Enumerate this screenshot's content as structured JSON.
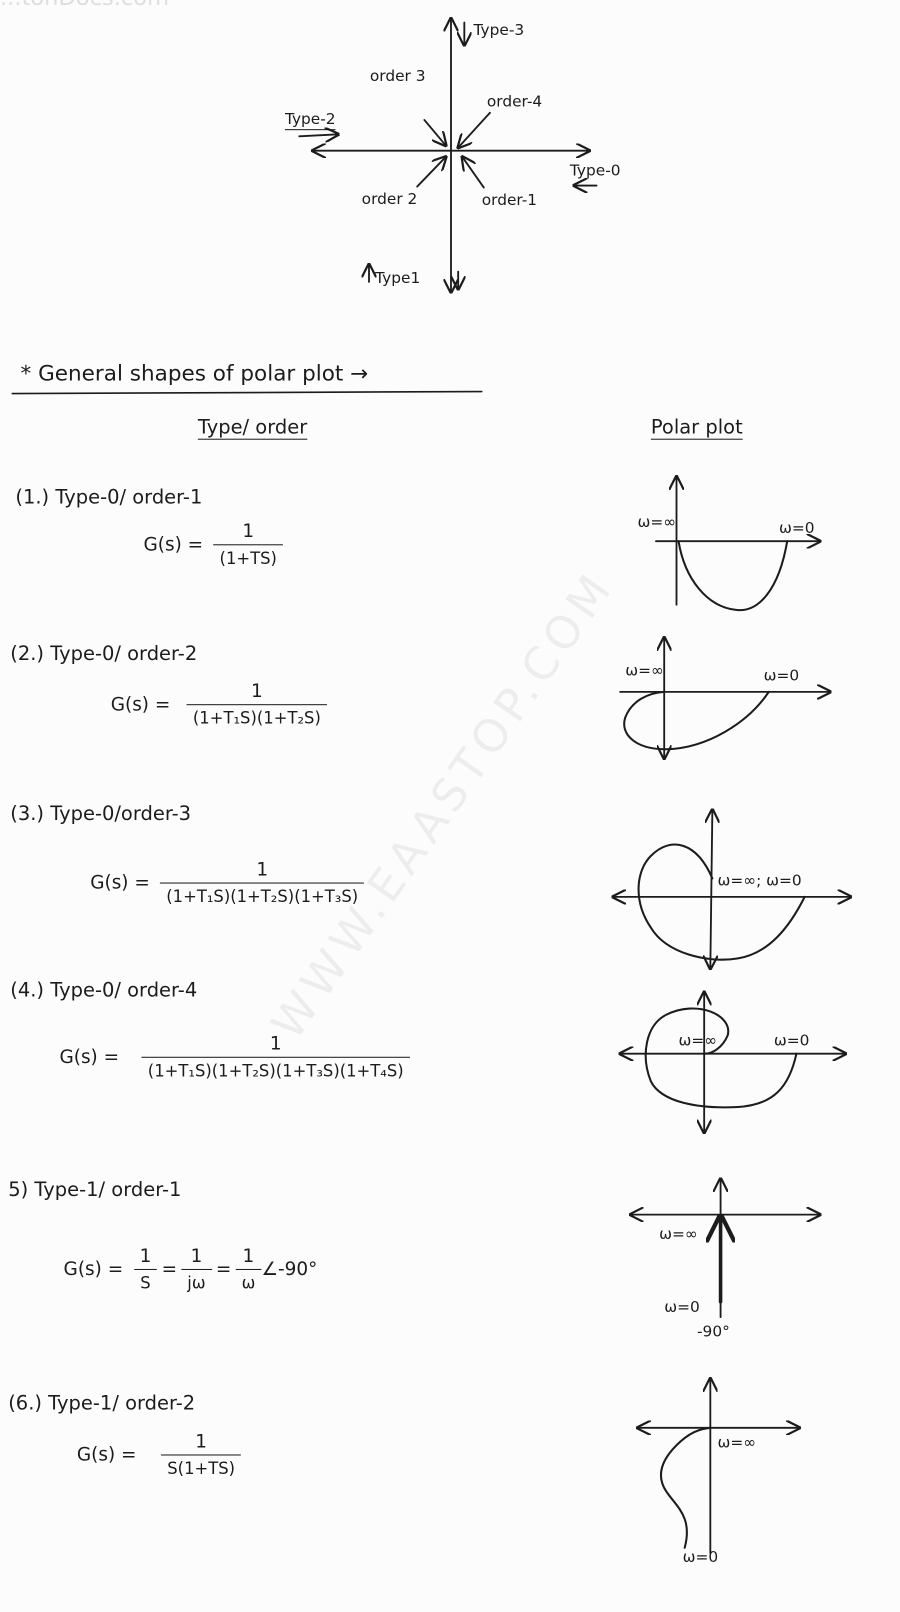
{
  "watermarks": {
    "top": "...tonDocs.com",
    "diagonal": "WWW.EAASTOP.COM"
  },
  "axes_diagram": {
    "type3": "Type-3",
    "type2": "Type-2",
    "type0": "Type-0",
    "type1": "Type1",
    "order3": "order 3",
    "order4": "order-4",
    "order2": "order 2",
    "order1": "order-1"
  },
  "heading": "* General shapes of polar plot →",
  "columns": {
    "left": "Type/ order",
    "right": "Polar plot"
  },
  "items": [
    {
      "title": "(1.) Type-0/ order-1",
      "lhs": "G(s) =",
      "num": "1",
      "den": "(1+TS)",
      "labels": [
        "ω=∞",
        "ω=0"
      ]
    },
    {
      "title": "(2.) Type-0/ order-2",
      "lhs": "G(s) =",
      "num": "1",
      "den": "(1+T₁S)(1+T₂S)",
      "labels": [
        "ω=∞",
        "ω=0"
      ]
    },
    {
      "title": "(3.) Type-0/order-3",
      "lhs": "G(s) =",
      "num": "1",
      "den": "(1+T₁S)(1+T₂S)(1+T₃S)",
      "labels": [
        "ω=∞; ω=0"
      ]
    },
    {
      "title": "(4.) Type-0/ order-4",
      "lhs": "G(s) =",
      "num": "1",
      "den": "(1+T₁S)(1+T₂S)(1+T₃S)(1+T₄S)",
      "labels": [
        "ω=∞",
        "ω=0"
      ]
    },
    {
      "title": "5) Type-1/ order-1",
      "lhs": "G(s) =",
      "num": "1",
      "den": "S",
      "eq2": "=",
      "num2": "1",
      "den2": "jω",
      "eq3": "=",
      "num3": "1",
      "den3": "ω",
      "angle": "∠-90°",
      "labels": [
        "ω=∞",
        "ω=0",
        "-90°"
      ]
    },
    {
      "title": "(6.) Type-1/ order-2",
      "lhs": "G(s) =",
      "num": "1",
      "den": "S(1+TS)",
      "labels": [
        "ω=∞",
        "ω=0"
      ]
    }
  ]
}
